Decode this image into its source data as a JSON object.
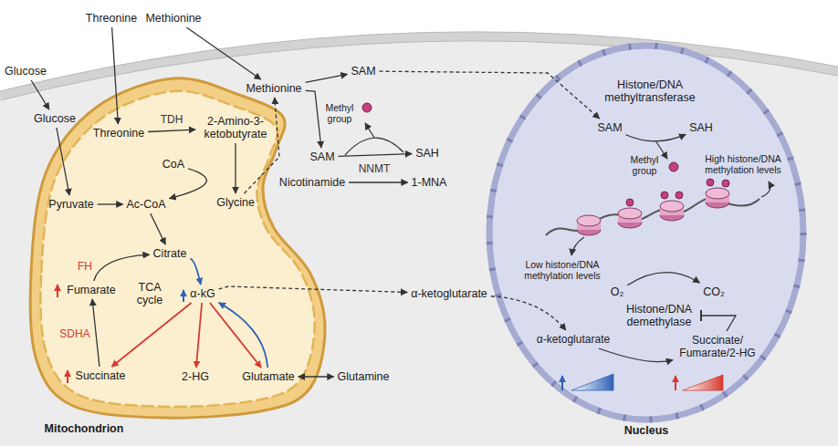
{
  "diagram": {
    "nodes": [
      {
        "text": [
          "Glucose"
        ]
      },
      {
        "text": [
          "Threonine"
        ]
      },
      {
        "text": [
          "Methionine"
        ]
      },
      {
        "text": [
          "Mitochondrion"
        ]
      },
      {
        "text": [
          "Glucose"
        ]
      },
      {
        "text": [
          "Threonine"
        ],
        "in": 3
      },
      {
        "text": [
          "2-Amino-3-ketobutyrate"
        ],
        "in": 3
      },
      {
        "text": [
          "CoA"
        ],
        "in": 3
      },
      {
        "text": [
          "Pyruvate"
        ],
        "in": 3
      },
      {
        "text": [
          "Ac-CoA"
        ],
        "in": 3
      },
      {
        "text": [
          "Glycine"
        ],
        "in": 3
      },
      {
        "text": [
          "Citrate"
        ],
        "in": 3
      },
      {
        "text": [
          "Fumarate"
        ],
        "in": 3
      },
      {
        "text": [
          "α-kG"
        ],
        "in": 3
      },
      {
        "text": [
          "Succinate"
        ],
        "in": 3
      },
      {
        "text": [
          "2-HG"
        ],
        "in": 3
      },
      {
        "text": [
          "Glutamate"
        ],
        "in": 3
      },
      {
        "text": [
          "Methionine"
        ]
      },
      {
        "text": [
          "SAM"
        ]
      },
      {
        "text": [
          "SAM"
        ]
      },
      {
        "text": [
          "SAH"
        ]
      },
      {
        "text": [
          "Nicotinamide"
        ]
      },
      {
        "text": [
          "1-MNA"
        ]
      },
      {
        "text": [
          "α-ketoglutarate"
        ]
      },
      {
        "text": [
          "Glutamine"
        ]
      },
      {
        "text": [
          "Nucleus"
        ]
      },
      {
        "text": [
          "SAM"
        ],
        "in": 25
      },
      {
        "text": [
          "SAH"
        ],
        "in": 25
      },
      {
        "text": [
          "O₂"
        ],
        "in": 25
      },
      {
        "text": [
          "CO₂"
        ],
        "in": 25
      },
      {
        "text": [
          "Histone/DNA demethylase"
        ],
        "in": 25
      },
      {
        "text": [
          "α-ketoglutarate"
        ],
        "in": 25
      },
      {
        "text": [
          "Succinate/ Fumarate/2-HG"
        ],
        "in": 25
      }
    ],
    "edges": [
      {
        "from": 0,
        "to": 4,
        "arrow": "to"
      },
      {
        "from": 4,
        "to": 8,
        "arrow": "to"
      },
      {
        "from": 1,
        "to": 5,
        "arrow": "to"
      },
      {
        "from": 5,
        "to": 6,
        "label": "TDH",
        "arrow": "to"
      },
      {
        "from": 8,
        "to": 9,
        "arrow": "to"
      },
      {
        "from": 6,
        "to": 10,
        "arrow": "to"
      },
      {
        "from": 7,
        "to": 9,
        "arrow": "to"
      },
      {
        "from": 9,
        "to": 11,
        "arrow": "to"
      },
      {
        "from": 11,
        "to": 13,
        "arrow": "to"
      },
      {
        "from": 13,
        "to": 15,
        "arrow": "to"
      },
      {
        "from": 13,
        "to": 16,
        "arrow": "to"
      },
      {
        "from": 16,
        "to": 13,
        "arrow": "to"
      },
      {
        "from": 13,
        "to": 14,
        "arrow": "to"
      },
      {
        "from": 14,
        "to": 12,
        "label": "SDHA",
        "arrow": "to"
      },
      {
        "from": 12,
        "to": 11,
        "label": "FH",
        "arrow": "to"
      },
      {
        "from": 16,
        "to": 24,
        "arrow": "both"
      },
      {
        "from": 2,
        "to": 17,
        "arrow": "to"
      },
      {
        "from": 17,
        "to": 18,
        "arrow": "to"
      },
      {
        "from": 17,
        "to": 19,
        "arrow": "to"
      },
      {
        "from": 10,
        "to": 17,
        "arrow": "to"
      },
      {
        "from": 18,
        "to": 26,
        "arrow": "to"
      },
      {
        "from": 19,
        "to": 20,
        "label": "NNMT",
        "arrow": "to"
      },
      {
        "from": 21,
        "to": 22,
        "arrow": "to"
      },
      {
        "from": 13,
        "to": 23,
        "arrow": "to"
      },
      {
        "from": 23,
        "to": 31,
        "arrow": "to"
      },
      {
        "from": 26,
        "to": 27,
        "arrow": "to"
      },
      {
        "from": 28,
        "to": 29,
        "arrow": "to"
      },
      {
        "from": 31,
        "to": 32,
        "arrow": "to"
      },
      {
        "from": 32,
        "to": 30,
        "arrow": "to"
      }
    ],
    "labels": [
      "TCA cycle",
      "Methyl group",
      "Histone/DNA methyltransferase",
      "Methyl group",
      "High histone/DNA methylation levels",
      "Low histone/DNA methylation levels"
    ]
  }
}
